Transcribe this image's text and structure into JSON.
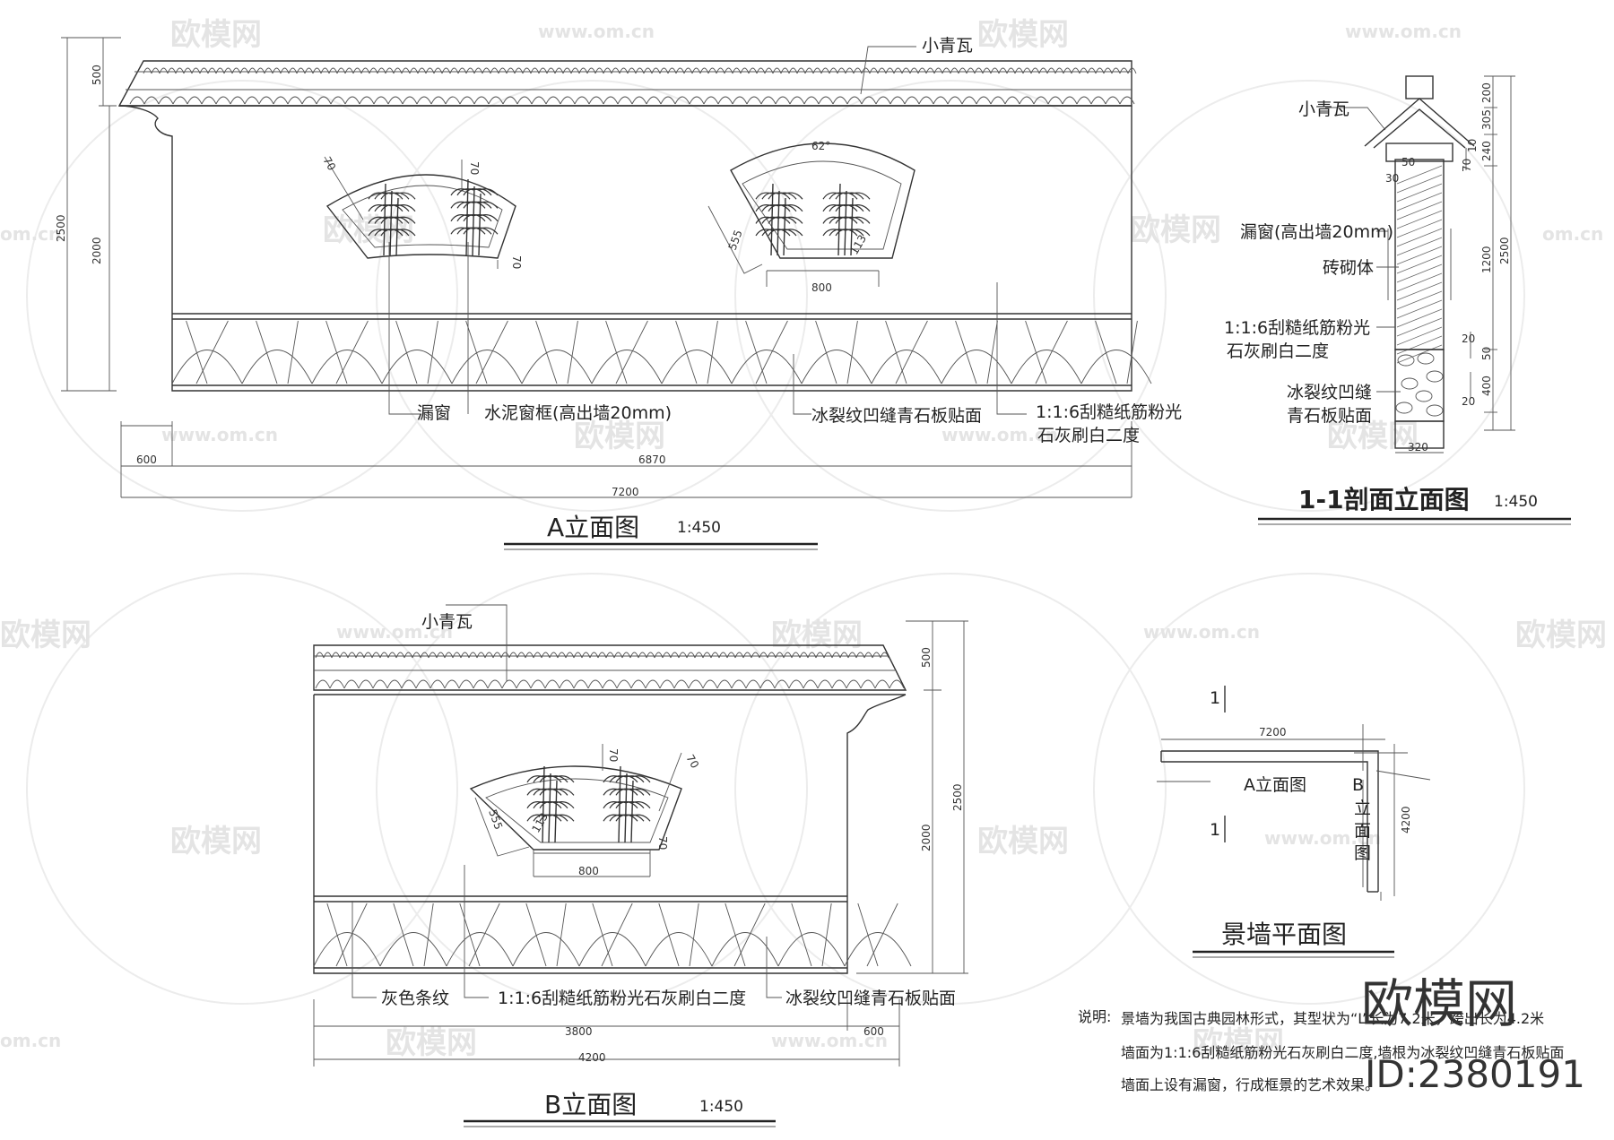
{
  "watermark": {
    "brand": "欧模网",
    "url": "www.om.cn",
    "url_alt": "om.cn"
  },
  "elevation_a": {
    "title": "A立面图",
    "scale": "1:450",
    "labels": {
      "tile": "小青瓦",
      "window": "漏窗",
      "frame": "水泥窗框(高出墙20mm)",
      "stone": "冰裂纹凹缝青石板贴面",
      "plaster_line1": "1:1:6刮糙纸筋粉光",
      "plaster_line2": "石灰刷白二度"
    },
    "dims": {
      "h500": "500",
      "h2500": "2500",
      "h2000": "2000",
      "w600": "600",
      "w6870": "6870",
      "w7200": "7200",
      "angle": "62°",
      "d555": "555",
      "d800": "800",
      "d70a": "70",
      "d70b": "70",
      "d70c": "70",
      "d113": "113"
    }
  },
  "section": {
    "title": "1-1剖面立面图",
    "scale": "1:450",
    "labels": {
      "tile": "小青瓦",
      "window": "漏窗(高出墙20mm)",
      "brick": "砖砌体",
      "plaster_line1": "1:1:6刮糙纸筋粉光",
      "plaster_line2": "石灰刷白二度",
      "stone_line1": "冰裂纹凹缝",
      "stone_line2": "青石板贴面"
    },
    "dims": {
      "d200": "200",
      "d305": "305",
      "d240": "240",
      "d10": "10",
      "d70": "70",
      "d1200": "1200",
      "d2500": "2500",
      "d20a": "20",
      "d50": "50",
      "d400": "400",
      "d20b": "20",
      "d320": "320",
      "d50b": "50",
      "d30": "30"
    }
  },
  "elevation_b": {
    "title": "B立面图",
    "scale": "1:450",
    "labels": {
      "tile": "小青瓦",
      "gray": "灰色条纹",
      "plaster": "1:1:6刮糙纸筋粉光石灰刷白二度",
      "stone": "冰裂纹凹缝青石板贴面"
    },
    "dims": {
      "h500": "500",
      "h2500": "2500",
      "h2000": "2000",
      "w3800": "3800",
      "w600": "600",
      "w4200": "4200",
      "d555": "555",
      "d800": "800",
      "d70a": "70",
      "d70b": "70",
      "d113": "113",
      "d70c": "70"
    }
  },
  "plan": {
    "title": "景墙平面图",
    "section_mark": "1",
    "label_a": "A立面图",
    "label_b": "B",
    "label_b_chars": [
      "立",
      "面",
      "图"
    ],
    "dim_7200": "7200",
    "dim_4200": "4200"
  },
  "notes": {
    "prefix": "说明:",
    "line1": "景墙为我国古典园林形式，其型状为“L”长为7.2米，跨出长为4.2米",
    "line2": "墙面为1:1:6刮糙纸筋粉光石灰刷白二度,墙根为冰裂纹凹缝青石板贴面",
    "line3": "墙面上设有漏窗，行成框景的艺术效果。"
  },
  "brand_mark": {
    "name": "欧模网",
    "id": "ID:2380191"
  }
}
